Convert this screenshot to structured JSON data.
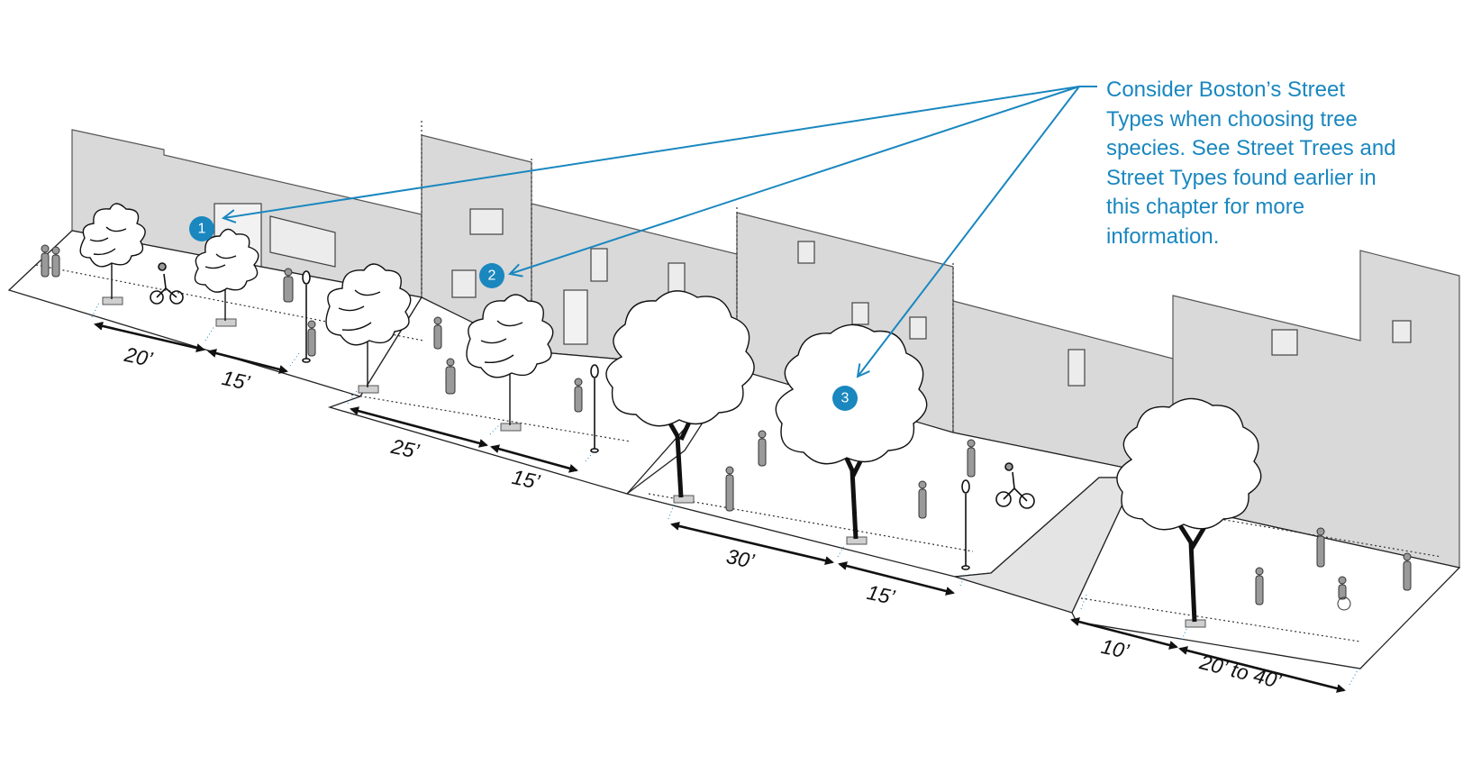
{
  "callout": {
    "text": "Consider Boston’s Street Types when choosing tree species. See Street Trees and Street Types found earlier in this chapter for more information."
  },
  "markers": [
    "1",
    "2",
    "3"
  ],
  "dimensions": [
    "20’",
    "15’",
    "25’",
    "15’",
    "30’",
    "15’",
    "10’",
    "20’ to 40’"
  ],
  "colors": {
    "accent": "#1a87bf",
    "building": "#d9d9d9",
    "building_edge": "#555555",
    "sidewalk": "#ffffff",
    "verge": "#e6e6e6",
    "ink": "#111111"
  }
}
